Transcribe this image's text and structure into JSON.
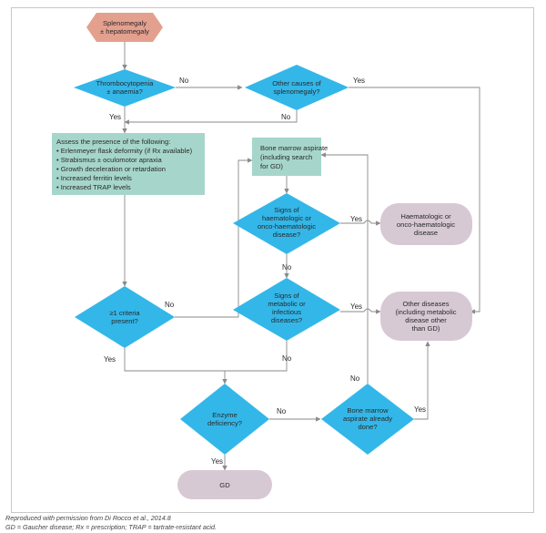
{
  "nodes": {
    "start": [
      "Splenomegaly",
      "± hepatomegaly"
    ],
    "thrombo": [
      "Thrombocytopenia",
      "± anaemia?"
    ],
    "other_causes": [
      "Other causes of",
      "splenomegaly?"
    ],
    "assess": [
      "Assess the presence of the following:",
      "• Erlenmeyer flask deformity (if Rx available)",
      "• Strabismus ± oculomotor apraxia",
      "• Growth deceleration or retardation",
      "• Increased ferritin levels",
      "• Increased TRAP levels"
    ],
    "bma": [
      "Bone marrow aspirate",
      "(including search",
      "for GD)"
    ],
    "signs_haem": [
      "Signs of",
      "haematologic or",
      "onco-haematologic",
      "disease?"
    ],
    "haem_disease": [
      "Haematologic or",
      "onco-haematologic",
      "disease"
    ],
    "criteria": [
      "≥1 criteria",
      "present?"
    ],
    "signs_metab": [
      "Signs of",
      "metabolic or",
      "infectious",
      "diseases?"
    ],
    "other_diseases": [
      "Other diseases",
      "(including metabolic",
      "disease other",
      "than GD)"
    ],
    "enzyme": [
      "Enzyme",
      "deficiency?"
    ],
    "bma_done": [
      "Bone marrow",
      "aspirate already",
      "done?"
    ],
    "gd": [
      "GD"
    ]
  },
  "edges": {
    "thrombo_no": "No",
    "thrombo_yes": "Yes",
    "other_yes": "Yes",
    "other_no": "No",
    "haem_yes": "Yes",
    "haem_no": "No",
    "criteria_no": "No",
    "criteria_yes": "Yes",
    "metab_yes": "Yes",
    "metab_no": "No",
    "enzyme_no": "No",
    "enzyme_yes": "Yes",
    "bmadone_no": "No",
    "bmadone_yes": "Yes"
  },
  "footnote": {
    "source": "Reproduced with permission from Di Rocco et al., 2014.8",
    "abbrev": "GD = Gaucher disease; Rx = prescription; TRAP = tartrate-resistant acid."
  },
  "colors": {
    "start": "#e4a08e",
    "decision": "#33b7e9",
    "process": "#a6d6cb",
    "terminal": "#d7c9d4",
    "line": "#8a8a8a"
  }
}
